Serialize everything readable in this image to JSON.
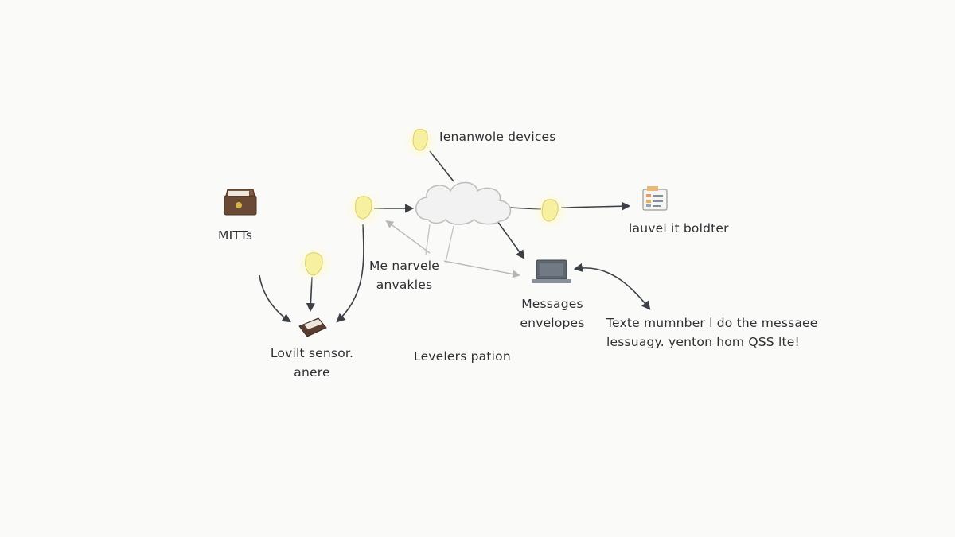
{
  "diagram": {
    "labels": {
      "devices": "Ienanwole devices",
      "mitts": "MITTs",
      "level_bolder": "lauvel it boldter",
      "me_narvele": "Me narvele",
      "anvakles": "anvakles",
      "messages": "Messages",
      "envelopes": "envelopes",
      "texte_line1": "Texte mumnber l do the messaee",
      "texte_line2": "lessuagy. yenton hom QSS lte!",
      "lovilt_sensor": "Lovilt sensor.",
      "anere": "anere",
      "levelers_pation": "Levelers pation"
    },
    "icons": {
      "cloud": "cloud-icon",
      "chest": "treasure-chest-icon",
      "bulbs": "lightbulb-icon",
      "laptop": "laptop-icon",
      "sensor": "sensor-box-icon",
      "document": "document-icon"
    },
    "colors": {
      "bulb": "#f6f0a0",
      "glow": "#fff7b0",
      "arrow": "#3b3f46",
      "faint_arrow": "#b9b9b9",
      "chest": "#6b4a35"
    }
  }
}
